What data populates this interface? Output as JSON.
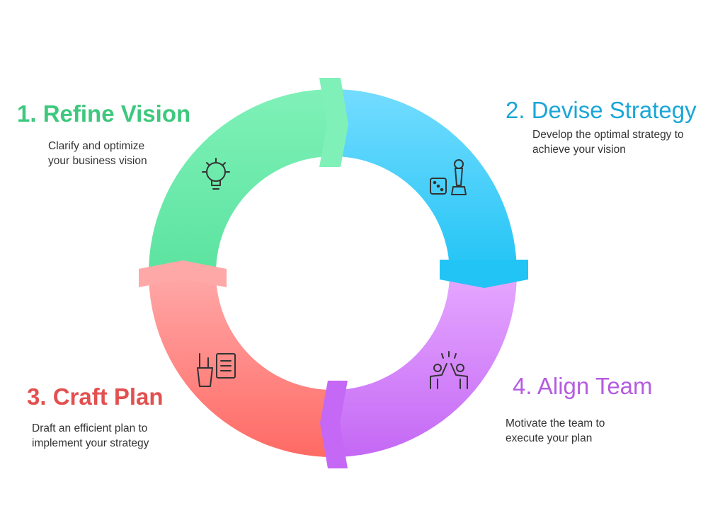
{
  "steps": [
    {
      "title": "1. Refine Vision",
      "description": "Clarify and optimize your business vision",
      "color": "#3ec87e",
      "icon": "lightbulb-gear-icon"
    },
    {
      "title": "2. Devise Strategy",
      "description": "Develop the optimal strategy to achieve your vision",
      "color": "#1aa6d8",
      "icon": "dice-chess-pawn-icon"
    },
    {
      "title": "3. Craft Plan",
      "description": "Draft an efficient plan to implement your strategy",
      "color": "#e35050",
      "icon": "tools-document-icon"
    },
    {
      "title": "4. Align Team",
      "description": "Motivate the team to execute your plan",
      "color": "#b55ce0",
      "icon": "high-five-icon"
    }
  ],
  "segment_colors": {
    "green": [
      "#5ce3a0",
      "#7ff1b8"
    ],
    "blue": [
      "#74dcff",
      "#22c4f5"
    ],
    "purple": [
      "#e6a8ff",
      "#c468f5"
    ],
    "red": [
      "#ffa8a8",
      "#ff6a64"
    ]
  }
}
